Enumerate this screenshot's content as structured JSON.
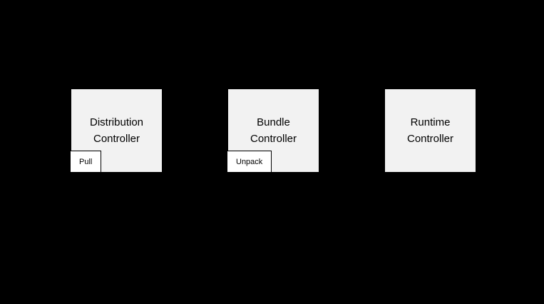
{
  "diagram": {
    "colors": {
      "background": "#000000",
      "node_fill": "#f2f2f2",
      "node_border": "#000000",
      "badge_fill": "#ffffff",
      "text": "#000000"
    },
    "nodes": [
      {
        "title": "Distribution\nController",
        "badge": "Pull"
      },
      {
        "title": "Bundle\nController",
        "badge": "Unpack"
      },
      {
        "title": "Runtime\nController"
      }
    ]
  }
}
